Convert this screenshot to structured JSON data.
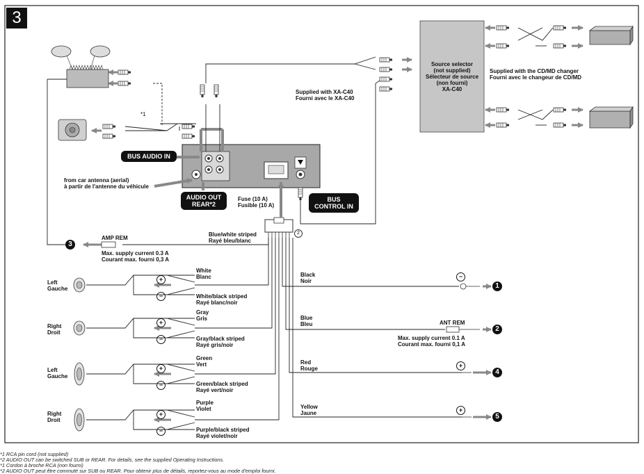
{
  "section_number": "3",
  "labels": {
    "source_selector": "Source selector\n(not supplied)\nSélecteur de source\n(non fourni)\nXA-C40",
    "supplied_with_changer": "Supplied with the CD/MD changer\nFourni avec le changeur de CD/MD",
    "supplied_with_xac40": "Supplied with XA-C40\nFourni avec le XA-C40",
    "bus_audio_in": "BUS AUDIO IN",
    "audio_out_rear": "AUDIO OUT\nREAR*2",
    "bus_control_in": "BUS\nCONTROL IN",
    "antenna": "from car antenna (aerial)\nà partir de l'antenne du véhicule",
    "fuse": "Fuse (10 A)\nFusible (10 A)",
    "note_marker_1": "*1",
    "circle_2": "2",
    "amp_rem": "AMP REM",
    "amp_current": "Max. supply current 0.3 A\nCourant max. fourni 0,3 A",
    "blue_white": "Blue/white striped\nRayé bleu/blanc",
    "ant_rem": "ANT REM",
    "ant_current": "Max. supply current 0.1 A\nCourant max. fourni 0,1 A"
  },
  "notes_en": [
    "*1  RCA pin cord (not supplied)",
    "*2  AUDIO OUT can be switched SUB or\n      REAR. For details, see the supplied\n      Operating Instructions."
  ],
  "notes_fr": [
    "*1  Cordon à broche RCA (non fourni)",
    "*2  AUDIO OUT peut être commuté sur SUB\n      ou REAR. Pour obtenir plus de détails,\n      reportez-vous au mode d'emploi fourni."
  ],
  "speakers": [
    {
      "side": "Left\nGauche",
      "plus": "White\nBlanc",
      "minus": "White/black striped\nRayé blanc/noir"
    },
    {
      "side": "Right\nDroit",
      "plus": "Gray\nGris",
      "minus": "Gray/black striped\nRayé gris/noir"
    },
    {
      "side": "Left\nGauche",
      "plus": "Green\nVert",
      "minus": "Green/black striped\nRayé vert/noir"
    },
    {
      "side": "Right\nDroit",
      "plus": "Purple\nViolet",
      "minus": "Purple/black striped\nRayé violet/noir"
    }
  ],
  "right_wires": [
    {
      "label": "Black\nNoir",
      "num": "1"
    },
    {
      "label": "Blue\nBleu",
      "num": "2"
    },
    {
      "label": "Red\nRouge",
      "num": "4"
    },
    {
      "label": "Yellow\nJaune",
      "num": "5"
    }
  ],
  "amp_num": "3",
  "plus_sign": "+",
  "minus_sign": "−"
}
